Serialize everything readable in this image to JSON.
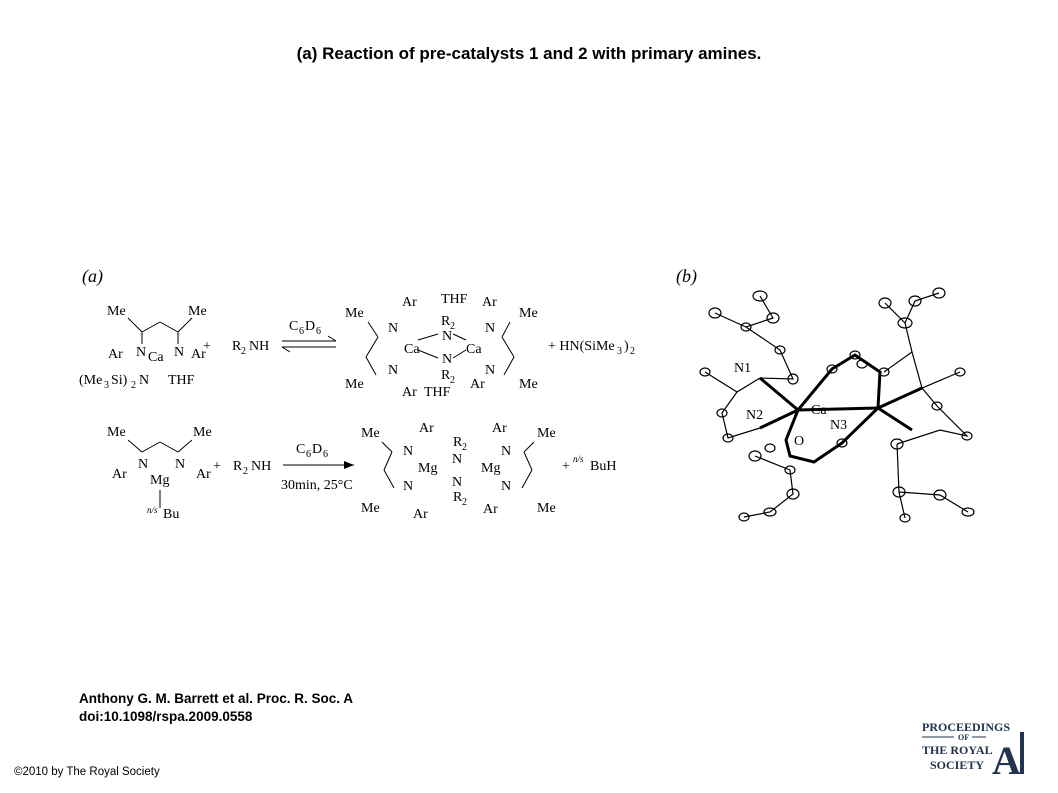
{
  "slide": {
    "title": "(a) Reaction of pre-catalysts 1 and 2 with primary amines.",
    "citation_line1": "Anthony G. M. Barrett et al. Proc. R. Soc. A",
    "citation_line2": "doi:10.1098/rspa.2009.0558",
    "copyright": "©2010 by The Royal Society"
  },
  "figure": {
    "panel_a": "(a)",
    "panel_b": "(b)",
    "reagent": "C6D6",
    "amine": "R2NH",
    "conditions": "30min, 25°C",
    "byproduct1": "+ HN(SiMe3)2",
    "byproduct2": "+ n/s BuH",
    "atom_labels": [
      "N1",
      "N2",
      "Ca",
      "N3",
      "O"
    ]
  },
  "logo": {
    "line1": "PROCEEDINGS",
    "line2": "OF",
    "line3": "THE ROYAL",
    "line4": "SOCIETY",
    "letter": "A"
  }
}
